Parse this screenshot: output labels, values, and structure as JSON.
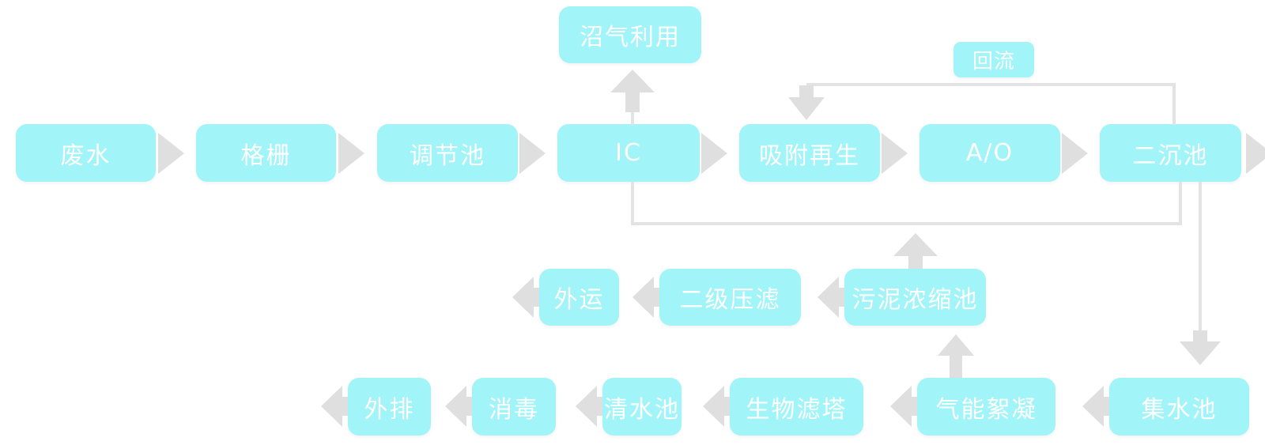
{
  "flowchart": {
    "colors": {
      "node_fill": "#a1f4f7",
      "node_text": "#ffffff",
      "connector": "#dfdfdf"
    },
    "main_row": {
      "nodes": [
        {
          "label": "废水"
        },
        {
          "label": "格栅"
        },
        {
          "label": "调节池"
        },
        {
          "label": "IC"
        },
        {
          "label": "吸附再生"
        },
        {
          "label": "A/O"
        },
        {
          "label": "二沉池"
        }
      ]
    },
    "biogas_node": {
      "label": "沼气利用"
    },
    "reflux_node": {
      "label": "回流"
    },
    "sludge_row": {
      "nodes": [
        {
          "label": "外运"
        },
        {
          "label": "二级压滤"
        },
        {
          "label": "污泥浓缩池"
        }
      ]
    },
    "water_row": {
      "nodes": [
        {
          "label": "外排"
        },
        {
          "label": "消毒"
        },
        {
          "label": "清水池"
        },
        {
          "label": "生物滤塔"
        },
        {
          "label": "气能絮凝"
        },
        {
          "label": "集水池"
        }
      ]
    }
  }
}
